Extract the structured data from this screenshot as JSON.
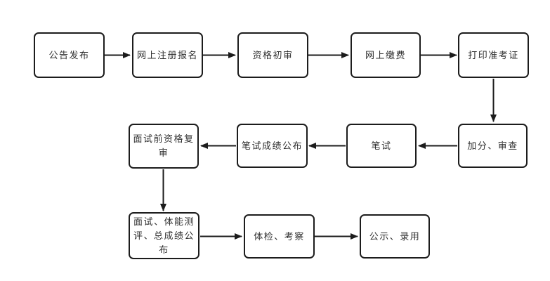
{
  "diagram": {
    "type": "flowchart",
    "nodes": [
      {
        "id": "announcement",
        "label": "公告发布"
      },
      {
        "id": "online-registration",
        "label": "网上注册报名"
      },
      {
        "id": "initial-review",
        "label": "资格初审"
      },
      {
        "id": "online-payment",
        "label": "网上缴费"
      },
      {
        "id": "print-ticket",
        "label": "打印准考证"
      },
      {
        "id": "bonus-review",
        "label": "加分、审查"
      },
      {
        "id": "written-exam",
        "label": "笔试"
      },
      {
        "id": "written-results",
        "label": "笔试成绩公布"
      },
      {
        "id": "pre-interview-recheck",
        "label": "面试前资格复审"
      },
      {
        "id": "interview-fitness-total",
        "label": "面试、体能测评、总成绩公布"
      },
      {
        "id": "physical-inspection",
        "label": "体检、考察"
      },
      {
        "id": "publicity-hiring",
        "label": "公示、录用"
      }
    ],
    "edges": [
      {
        "from": "公告发布",
        "to": "网上注册报名"
      },
      {
        "from": "网上注册报名",
        "to": "资格初审"
      },
      {
        "from": "资格初审",
        "to": "网上缴费"
      },
      {
        "from": "网上缴费",
        "to": "打印准考证"
      },
      {
        "from": "打印准考证",
        "to": "加分、审查"
      },
      {
        "from": "加分、审查",
        "to": "笔试"
      },
      {
        "from": "笔试",
        "to": "笔试成绩公布"
      },
      {
        "from": "笔试成绩公布",
        "to": "面试前资格复审"
      },
      {
        "from": "面试前资格复审",
        "to": "面试、体能测评、总成绩公布"
      },
      {
        "from": "面试、体能测评、总成绩公布",
        "to": "体检、考察"
      },
      {
        "from": "体检、考察",
        "to": "公示、录用"
      }
    ],
    "colors": {
      "background": "#ffffff",
      "node_fill": "#ffffff",
      "node_border": "#1c1c1c",
      "arrow": "#1c1c1c",
      "text": "#2e2e2e"
    }
  }
}
